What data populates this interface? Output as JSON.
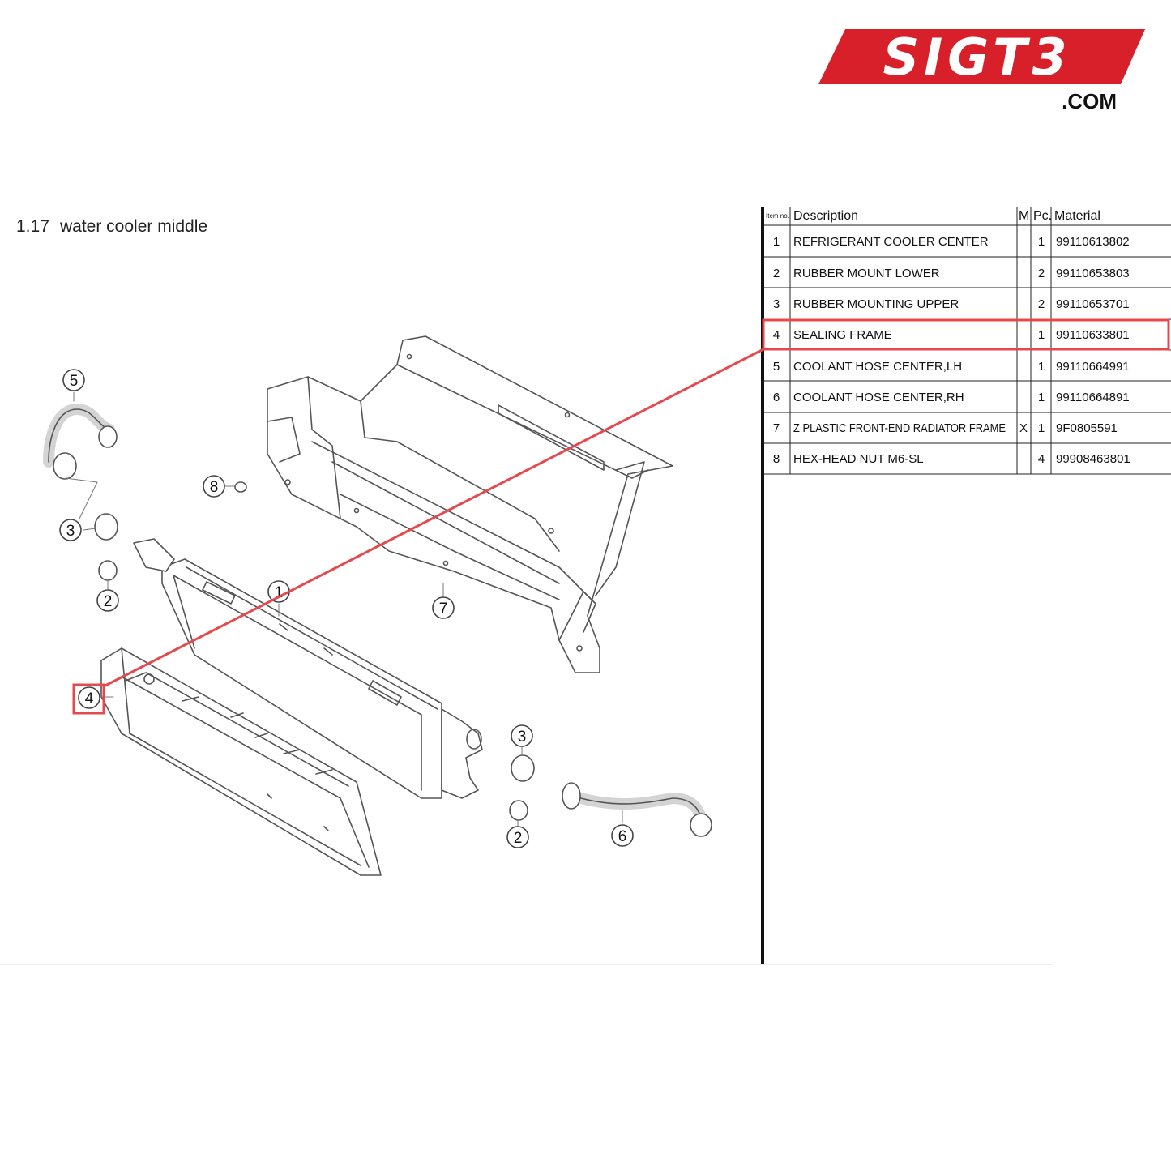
{
  "brand": {
    "logo_text": "SIGT3",
    "domain_text": ".COM",
    "accent_color": "#d8202a"
  },
  "section": {
    "number": "1.17",
    "title": "water cooler middle"
  },
  "parts_table": {
    "headers": {
      "item_no": "Item no.",
      "description": "Description",
      "m": "M",
      "pc": "Pc.",
      "material": "Material"
    },
    "rows": [
      {
        "item": "1",
        "description": "REFRIGERANT COOLER CENTER",
        "m": "",
        "pc": "1",
        "material": "99110613802"
      },
      {
        "item": "2",
        "description": "RUBBER MOUNT LOWER",
        "m": "",
        "pc": "2",
        "material": "99110653803"
      },
      {
        "item": "3",
        "description": "RUBBER MOUNTING UPPER",
        "m": "",
        "pc": "2",
        "material": "99110653701"
      },
      {
        "item": "4",
        "description": "SEALING FRAME",
        "m": "",
        "pc": "1",
        "material": "99110633801"
      },
      {
        "item": "5",
        "description": "COOLANT HOSE CENTER,LH",
        "m": "",
        "pc": "1",
        "material": "99110664991"
      },
      {
        "item": "6",
        "description": "COOLANT HOSE CENTER,RH",
        "m": "",
        "pc": "1",
        "material": "99110664891"
      },
      {
        "item": "7",
        "description": "Z PLASTIC FRONT-END RADIATOR FRAME",
        "m": "X",
        "pc": "1",
        "material": "9F0805591"
      },
      {
        "item": "8",
        "description": "HEX-HEAD NUT M6-SL",
        "m": "",
        "pc": "4",
        "material": "99908463801"
      }
    ],
    "highlighted_item": "4",
    "highlight_color": "#e5484d"
  },
  "diagram": {
    "callouts": [
      "5",
      "3",
      "2",
      "8",
      "1",
      "7",
      "4",
      "3",
      "2",
      "6"
    ],
    "highlighted_callout": "4",
    "line_color": "#555555"
  }
}
